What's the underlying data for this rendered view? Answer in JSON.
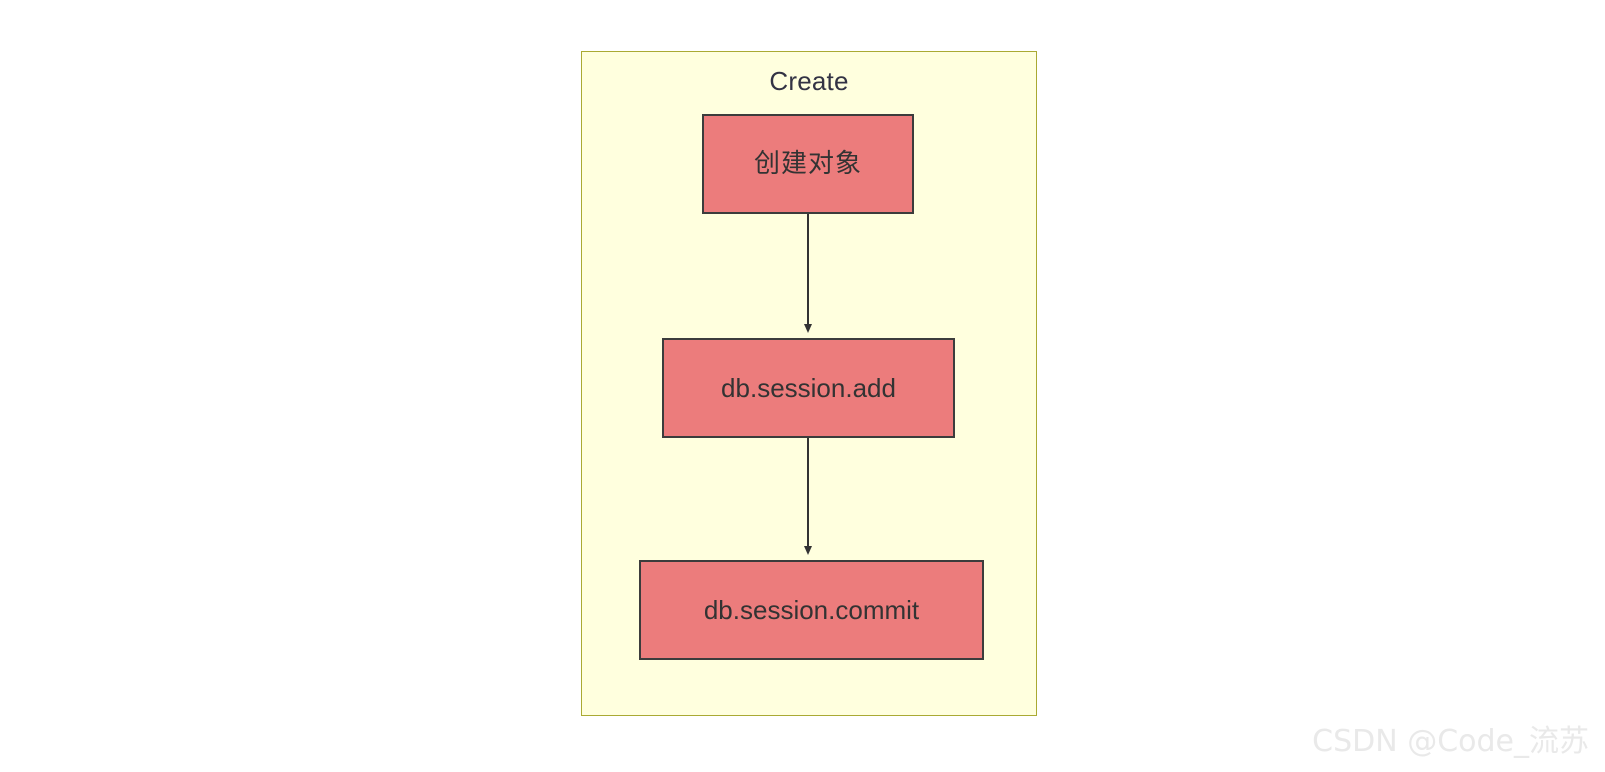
{
  "diagram": {
    "type": "flowchart",
    "direction": "top-to-bottom",
    "subgraph": {
      "title": "Create",
      "fill_color": "#FFFFDE",
      "border_color": "#AAAA33"
    },
    "node_fill_color": "#EC7C7C",
    "node_border_color": "#3C3C3C",
    "edge_color": "#333333",
    "nodes": [
      {
        "id": "create-object",
        "label": "创建对象"
      },
      {
        "id": "session-add",
        "label": "db.session.add"
      },
      {
        "id": "session-commit",
        "label": "db.session.commit"
      }
    ],
    "edges": [
      {
        "from": "create-object",
        "to": "session-add",
        "label": ""
      },
      {
        "from": "session-add",
        "to": "session-commit",
        "label": ""
      }
    ]
  },
  "watermark": {
    "text": "CSDN @Code_流苏"
  }
}
